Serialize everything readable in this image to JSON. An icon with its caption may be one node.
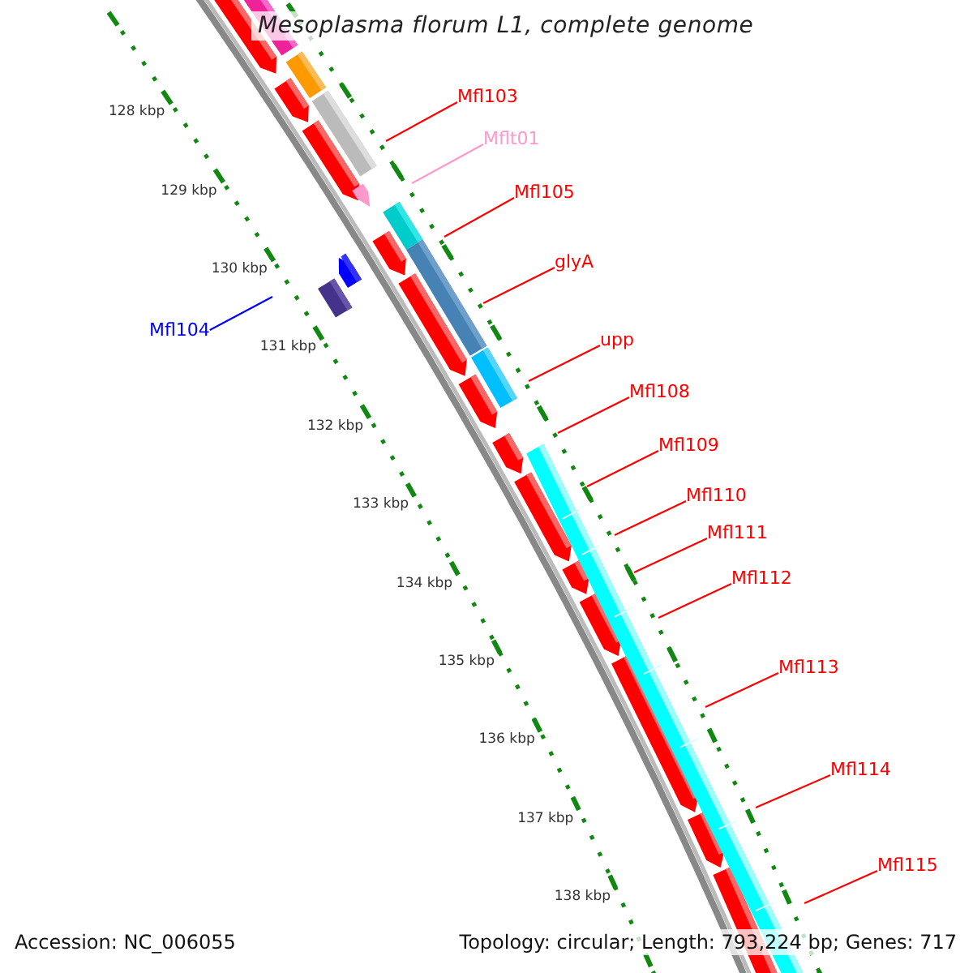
{
  "diagram": {
    "title": "Mesoplasma florum L1, complete genome",
    "nodes": [
      {
        "text": [
          "Mfl103"
        ]
      },
      {
        "text": [
          "Mflt01"
        ]
      },
      {
        "text": [
          "Mfl105"
        ]
      },
      {
        "text": [
          "glyA"
        ]
      },
      {
        "text": [
          "Mfl104"
        ]
      },
      {
        "text": [
          "upp"
        ]
      },
      {
        "text": [
          "Mfl108"
        ]
      },
      {
        "text": [
          "Mfl109"
        ]
      },
      {
        "text": [
          "Mfl110"
        ]
      },
      {
        "text": [
          "Mfl111"
        ]
      },
      {
        "text": [
          "Mfl112"
        ]
      },
      {
        "text": [
          "Mfl113"
        ]
      },
      {
        "text": [
          "Mfl114"
        ]
      },
      {
        "text": [
          "Mfl115"
        ]
      }
    ],
    "edges": [
      {
        "from": 0,
        "to": null,
        "arrow": "none"
      },
      {
        "from": 1,
        "to": null,
        "arrow": "none",
        "color": "#ff99cc"
      },
      {
        "from": 2,
        "to": null,
        "arrow": "none"
      },
      {
        "from": 3,
        "to": null,
        "arrow": "none"
      },
      {
        "from": 4,
        "to": null,
        "arrow": "none",
        "color": "#0000ff"
      },
      {
        "from": 5,
        "to": null,
        "arrow": "none"
      },
      {
        "from": 6,
        "to": null,
        "arrow": "none"
      },
      {
        "from": 7,
        "to": null,
        "arrow": "none"
      },
      {
        "from": 8,
        "to": null,
        "arrow": "none"
      },
      {
        "from": 9,
        "to": null,
        "arrow": "none"
      },
      {
        "from": 10,
        "to": null,
        "arrow": "none"
      },
      {
        "from": 11,
        "to": null,
        "arrow": "none"
      },
      {
        "from": 12,
        "to": null,
        "arrow": "none"
      },
      {
        "from": 13,
        "to": null,
        "arrow": "none"
      }
    ],
    "labels": [
      "128 kbp",
      "129 kbp",
      "130 kbp",
      "131 kbp",
      "132 kbp",
      "133 kbp",
      "134 kbp",
      "135 kbp",
      "136 kbp",
      "137 kbp",
      "138 kbp",
      "Accession: NC_006055",
      "Topology: circular; Length: 793,224 bp; Genes: 717"
    ]
  }
}
